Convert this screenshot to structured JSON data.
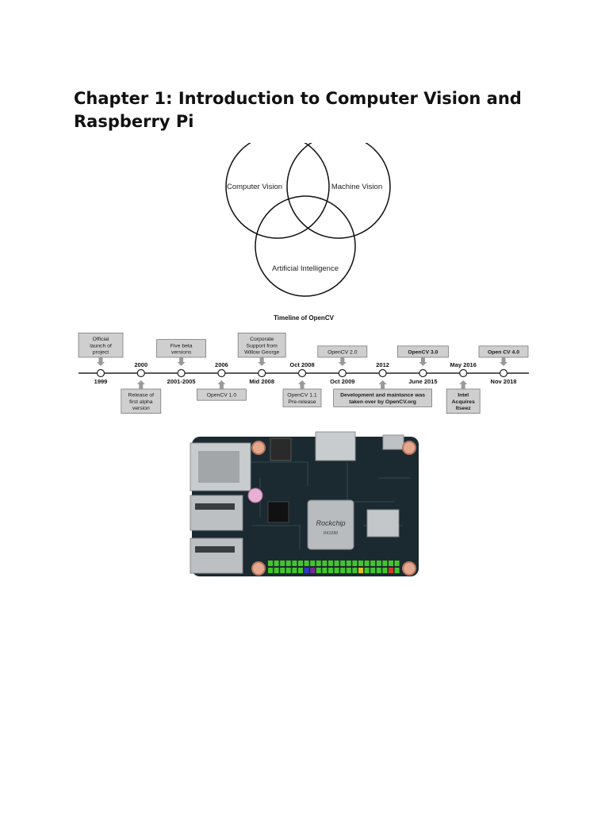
{
  "document": {
    "heading": "Chapter 1: Introduction to Computer Vision and Raspberry Pi"
  },
  "venn": {
    "circles": [
      {
        "label": "Computer Vision"
      },
      {
        "label": "Machine Vision"
      },
      {
        "label": "Artificial Intelligence"
      }
    ]
  },
  "timeline": {
    "title": "Timeline of OpenCV",
    "events": [
      {
        "date": "1999",
        "box": "Official launch of project",
        "position": "above",
        "bold": false
      },
      {
        "date": "2000",
        "box": "Release of first alpha version",
        "position": "below",
        "bold": false
      },
      {
        "date": "2001-2005",
        "box": "Five beta versions",
        "position": "above",
        "bold": false
      },
      {
        "date": "2006",
        "box": "OpenCV 1.0",
        "position": "below",
        "bold": false
      },
      {
        "date": "Mid 2008",
        "box": "Corporate Support from Willow George",
        "position": "above",
        "bold": false
      },
      {
        "date": "Oct 2008",
        "box": "OpenCV 1.1 Pre-release",
        "position": "below",
        "bold": false
      },
      {
        "date": "Oct 2009",
        "box": "OpenCV 2.0",
        "position": "above",
        "bold": false
      },
      {
        "date": "2012",
        "box": "Development and maintance was taken over by OpenCV.org",
        "position": "below",
        "bold": true
      },
      {
        "date": "June 2015",
        "box": "OpenCV 3.0",
        "position": "above",
        "bold": true
      },
      {
        "date": "May 2016",
        "box": "Intel Acquires Itseez",
        "position": "below",
        "bold": true
      },
      {
        "date": "Nov 2018",
        "box": "Open CV 4.0",
        "position": "above",
        "bold": true
      }
    ]
  },
  "board_photo": {
    "chip_brand": "Rockchip",
    "chip_model": "RK3288",
    "colors": {
      "pcb": "#1b2a30",
      "header_green": "#43c62a",
      "metal": "#b9bcbf"
    }
  }
}
